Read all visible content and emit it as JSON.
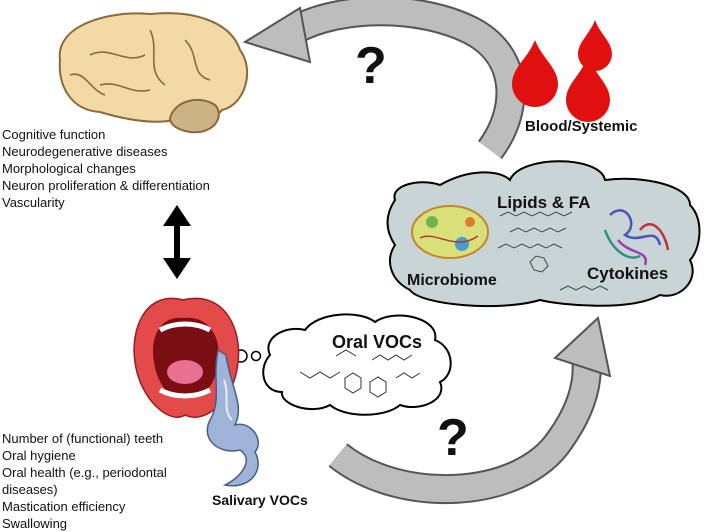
{
  "brain_outcomes": [
    "Cognitive function",
    "Neurodegenerative diseases",
    "Morphological changes",
    "Neuron proliferation & differentiation",
    "Vascularity"
  ],
  "oral_outcomes": [
    "Number of (functional) teeth",
    "Oral hygiene",
    "Oral health (e.g., periodontal",
    "diseases)",
    "Mastication efficiency",
    "Swallowing"
  ],
  "labels": {
    "blood": "Blood/Systemic",
    "lipids": "Lipids & FA",
    "microbiome": "Microbiome",
    "cytokines": "Cytokines",
    "oral_vocs": "Oral VOCs",
    "salivary_vocs": "Salivary VOCs",
    "question_top": "?",
    "question_bottom": "?"
  },
  "colors": {
    "brain": "#f3d9a6",
    "brain_stroke": "#8a6a3a",
    "blood": "#e01010",
    "cloud": "#c9d4d6",
    "arrow": "#b9b9b9",
    "mouth": "#e44a4a",
    "breath": "#9fb2d8"
  }
}
